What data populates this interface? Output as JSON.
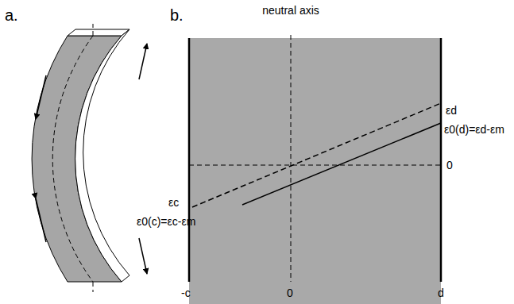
{
  "diagram": {
    "labels": [
      "a.",
      "b.",
      "neutral axis",
      "εd",
      "ε0(d)=εd-εm",
      "0",
      "εc",
      "ε0(c)=εc-εm",
      "-c",
      "0",
      "d"
    ]
  }
}
